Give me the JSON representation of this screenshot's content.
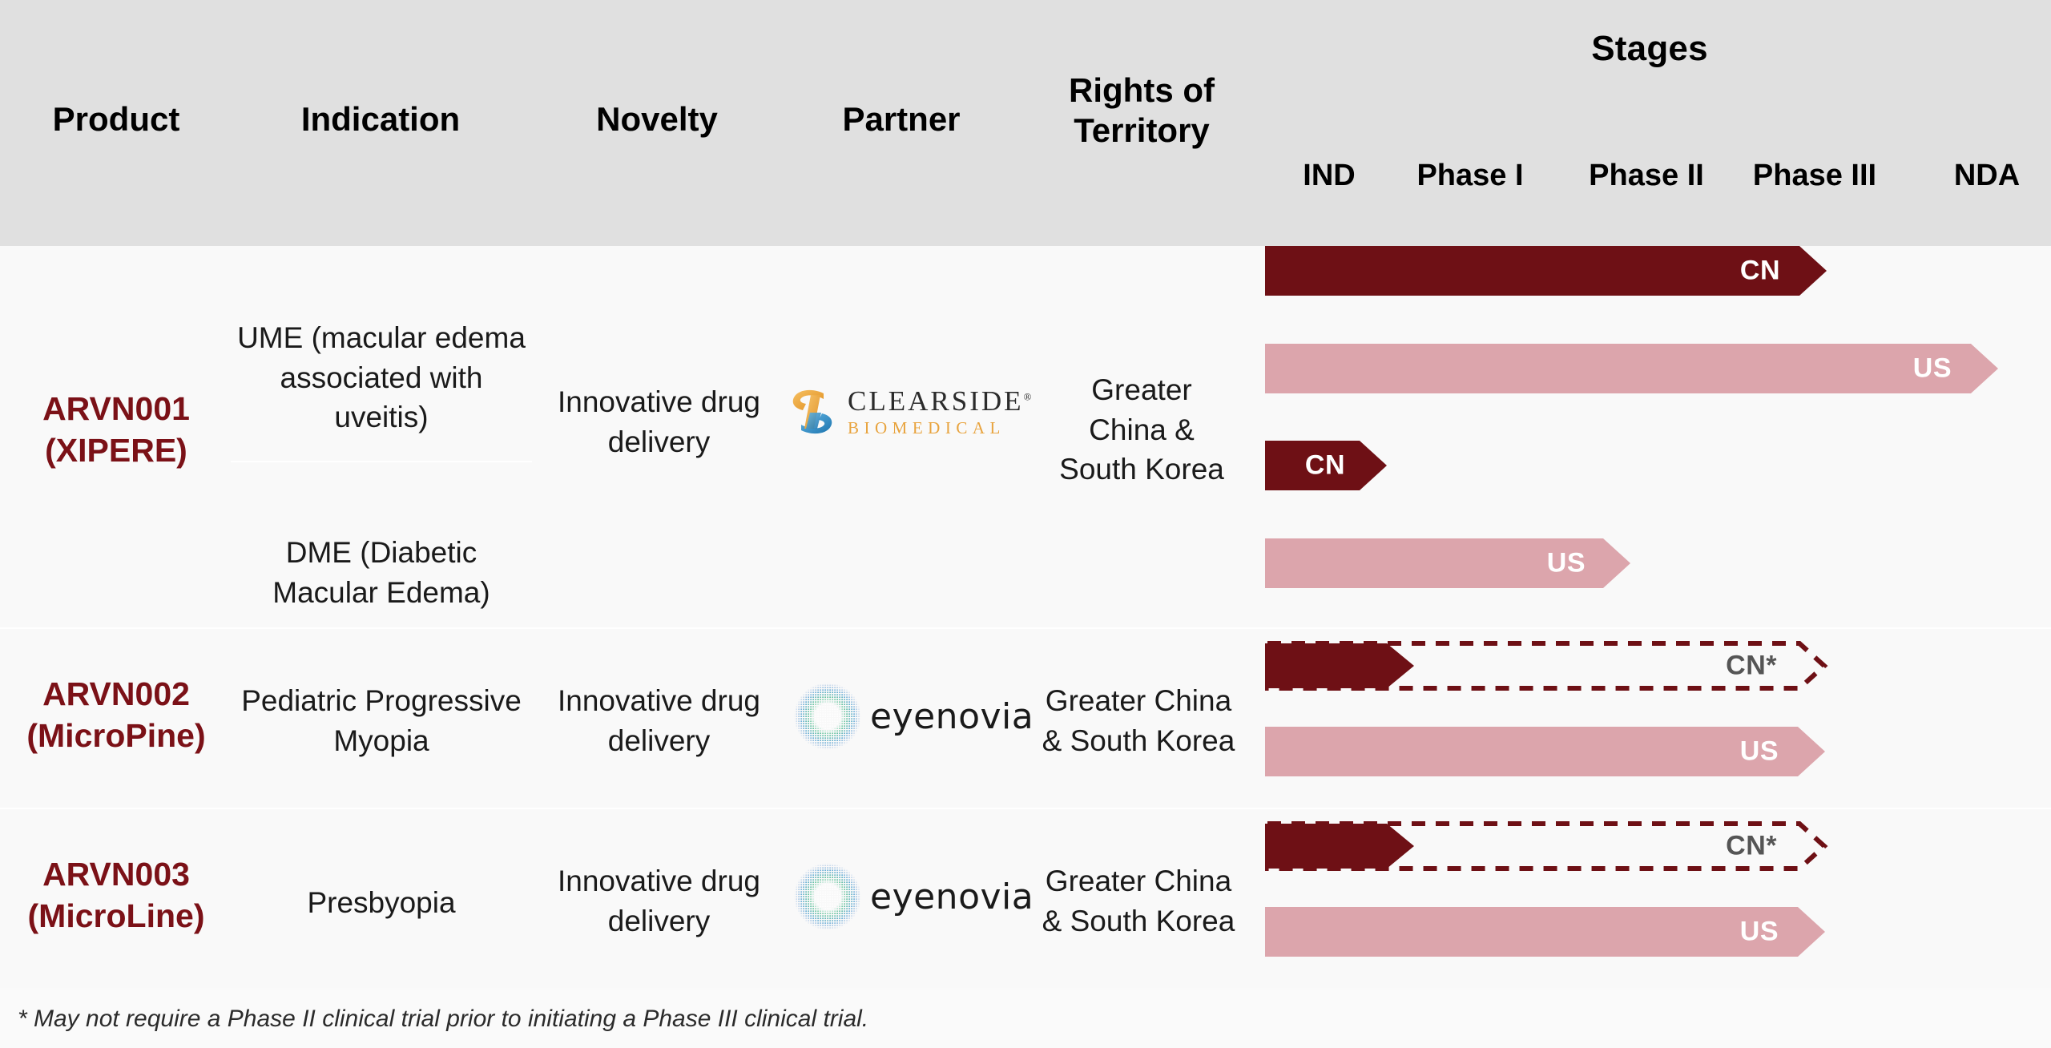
{
  "header": {
    "columns": [
      {
        "key": "product",
        "label": "Product"
      },
      {
        "key": "indication",
        "label": "Indication"
      },
      {
        "key": "novelty",
        "label": "Novelty"
      },
      {
        "key": "partner",
        "label": "Partner"
      },
      {
        "key": "territory",
        "label": "Rights of\nTerritory"
      }
    ],
    "territory_line1": "Rights of",
    "territory_line2": "Territory",
    "stages_title": "Stages",
    "stages": [
      "IND",
      "Phase I",
      "Phase II",
      "Phase III",
      "NDA"
    ]
  },
  "rows": [
    {
      "product_line1": "ARVN001",
      "product_line2": "(XIPERE)",
      "indications": [
        "UME (macular edema associated with uveitis)",
        "DME (Diabetic Macular Edema)"
      ],
      "novelty": "Innovative drug delivery",
      "partner": "Clearside Biomedical",
      "partner_logo": "clearside-logo",
      "territory": "Greater China & South Korea",
      "bars": [
        {
          "label": "CN",
          "style": "solid-dark",
          "stage_reached": "Phase III"
        },
        {
          "label": "US",
          "style": "solid-light",
          "stage_reached": "NDA"
        },
        {
          "label": "CN",
          "style": "solid-dark",
          "stage_reached": "IND"
        },
        {
          "label": "US",
          "style": "solid-light",
          "stage_reached": "Phase II"
        }
      ]
    },
    {
      "product_line1": "ARVN002",
      "product_line2": "(MicroPine)",
      "indications": [
        "Pediatric Progressive Myopia"
      ],
      "novelty": "Innovative drug delivery",
      "partner": "Eyenovia",
      "partner_logo": "eyenovia-logo",
      "territory": "Greater China & South Korea",
      "bars": [
        {
          "label": "CN*",
          "style": "dashed-partial",
          "stage_reached": "Phase III"
        },
        {
          "label": "US",
          "style": "solid-light",
          "stage_reached": "Phase III"
        }
      ]
    },
    {
      "product_line1": "ARVN003",
      "product_line2": "(MicroLine)",
      "indications": [
        "Presbyopia"
      ],
      "novelty": "Innovative drug delivery",
      "partner": "Eyenovia",
      "partner_logo": "eyenovia-logo",
      "territory": "Greater China & South Korea",
      "bars": [
        {
          "label": "CN*",
          "style": "dashed-partial",
          "stage_reached": "Phase III"
        },
        {
          "label": "US",
          "style": "solid-light",
          "stage_reached": "Phase III"
        }
      ]
    }
  ],
  "row1": {
    "product_line1": "ARVN001",
    "product_line2": "(XIPERE)",
    "indication_a": "UME (macular edema associated with uveitis)",
    "indication_b": "DME (Diabetic Macular Edema)",
    "novelty": "Innovative drug delivery",
    "territory_l1": "Greater",
    "territory_l2": "China &",
    "territory_l3": "South Korea",
    "bar1_label": "CN",
    "bar2_label": "US",
    "bar3_label": "CN",
    "bar4_label": "US"
  },
  "row2": {
    "product_line1": "ARVN002",
    "product_line2": "(MicroPine)",
    "indication": "Pediatric Progressive Myopia",
    "novelty": "Innovative drug delivery",
    "territory_l1": "Greater China",
    "territory_l2": "& South Korea",
    "bar1_label": "CN*",
    "bar2_label": "US"
  },
  "row3": {
    "product_line1": "ARVN003",
    "product_line2": "(MicroLine)",
    "indication": "Presbyopia",
    "novelty": "Innovative drug delivery",
    "territory_l1": "Greater China",
    "territory_l2": "& South Korea",
    "bar1_label": "CN*",
    "bar2_label": "US"
  },
  "logos": {
    "clearside_top": "CLEARSIDE",
    "clearside_reg": "®",
    "clearside_bottom": "BIOMEDICAL",
    "eyenovia_word": "eyenovia"
  },
  "footnote": "* May not require a Phase II clinical trial prior to initiating a Phase III clinical trial.",
  "colors": {
    "header_bg": "#E0E0E0",
    "row_bg": "#F9F9F9",
    "dark_red": "#6E1015",
    "light_pink": "#DCA5AC",
    "product_red": "#7B1117",
    "dash_label_gray": "#555555",
    "clearside_orange": "#E8A33D",
    "clearside_blue": "#2F89C5"
  },
  "chart_data": {
    "type": "table",
    "title": "Product Pipeline",
    "stage_axis": [
      "IND",
      "Phase I",
      "Phase II",
      "Phase III",
      "NDA"
    ],
    "programs": [
      {
        "product": "ARVN001 (XIPERE)",
        "indication": "UME (macular edema associated with uveitis)",
        "region": "CN",
        "progress_stage": "Phase III",
        "fill": "solid-dark"
      },
      {
        "product": "ARVN001 (XIPERE)",
        "indication": "UME (macular edema associated with uveitis)",
        "region": "US",
        "progress_stage": "NDA",
        "fill": "solid-light"
      },
      {
        "product": "ARVN001 (XIPERE)",
        "indication": "DME (Diabetic Macular Edema)",
        "region": "CN",
        "progress_stage": "IND",
        "fill": "solid-dark"
      },
      {
        "product": "ARVN001 (XIPERE)",
        "indication": "DME (Diabetic Macular Edema)",
        "region": "US",
        "progress_stage": "Phase II",
        "fill": "solid-light"
      },
      {
        "product": "ARVN002 (MicroPine)",
        "indication": "Pediatric Progressive Myopia",
        "region": "CN*",
        "progress_stage": "Phase III",
        "fill": "dashed-partial"
      },
      {
        "product": "ARVN002 (MicroPine)",
        "indication": "Pediatric Progressive Myopia",
        "region": "US",
        "progress_stage": "Phase III",
        "fill": "solid-light"
      },
      {
        "product": "ARVN003 (MicroLine)",
        "indication": "Presbyopia",
        "region": "CN*",
        "progress_stage": "Phase III",
        "fill": "dashed-partial"
      },
      {
        "product": "ARVN003 (MicroLine)",
        "indication": "Presbyopia",
        "region": "US",
        "progress_stage": "Phase III",
        "fill": "solid-light"
      }
    ]
  }
}
